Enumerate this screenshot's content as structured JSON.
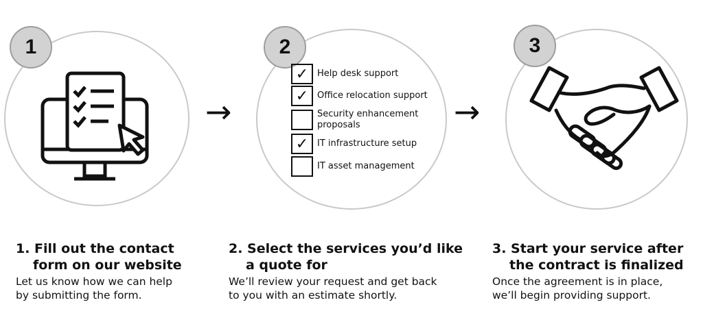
{
  "steps": [
    {
      "number": "1",
      "title_line1": "1. Fill out the contact",
      "title_line2": "form on our website",
      "desc_line1": "Let us know how we can help",
      "desc_line2": "by submitting the form.",
      "icon": "monitor-checklist-cursor-icon"
    },
    {
      "number": "2",
      "title_line1": "2. Select the services you’d like",
      "title_line2": "a quote for",
      "desc_line1": "We’ll review your request and get back",
      "desc_line2": "to you with an estimate shortly.",
      "icon": "checkbox-list-icon"
    },
    {
      "number": "3",
      "title_line1": "3. Start your service after",
      "title_line2": "the contract is finalized",
      "desc_line1": "Once the agreement is in place,",
      "desc_line2": "we’ll begin providing support.",
      "icon": "handshake-icon"
    }
  ],
  "services": [
    {
      "label": "Help desk support",
      "checked": true
    },
    {
      "label": "Office relocation support",
      "checked": true
    },
    {
      "label": "Security enhancement proposals",
      "checked": false
    },
    {
      "label": "IT infrastructure setup",
      "checked": true
    },
    {
      "label": "IT asset management",
      "checked": false
    }
  ],
  "arrow_glyph": "→",
  "check_glyph": "✓",
  "colors": {
    "circle_border": "#c9c9c9",
    "badge_fill": "#d2d2d2",
    "badge_border": "#9d9d9d",
    "ink": "#111111"
  }
}
